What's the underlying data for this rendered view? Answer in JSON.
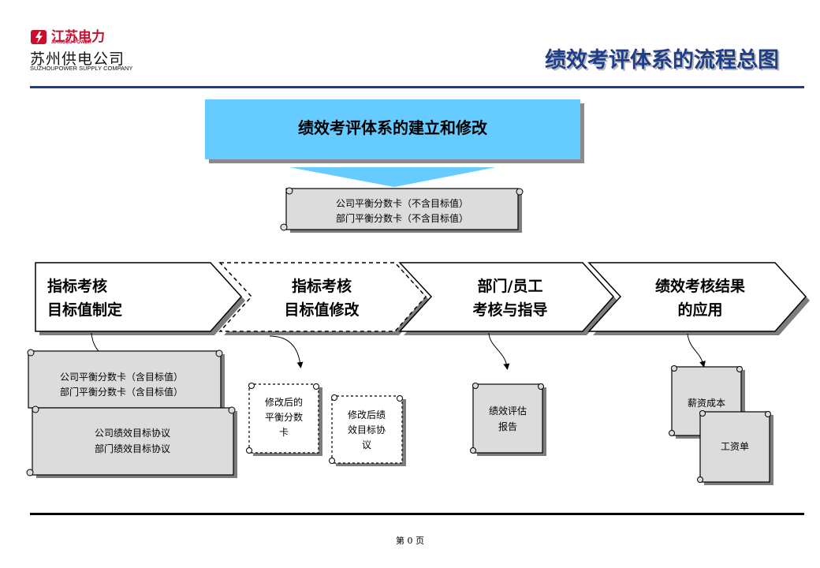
{
  "header": {
    "logo_cn": "江苏电力",
    "logo_en": "JIANGSU POWER",
    "company_cn": "苏州供电公司",
    "company_en": "SUZHOUPOWER SUPPLY COMPANY",
    "page_title": "绩效考评体系的流程总图"
  },
  "top_banner": {
    "title": "绩效考评体系的建立和修改",
    "scroll_lines": [
      "公司平衡分数卡（不含目标值）",
      "部门平衡分数卡（不含目标值）"
    ]
  },
  "stages": [
    {
      "lines": [
        "指标考核",
        "目标值制定"
      ]
    },
    {
      "lines": [
        "指标考核",
        "目标值修改"
      ]
    },
    {
      "lines": [
        "部门/员工",
        "考核与指导"
      ]
    },
    {
      "lines": [
        "绩效考核结果",
        "的应用"
      ]
    }
  ],
  "documents": {
    "stage1_scroll_a": [
      "公司平衡分数卡（含目标值）",
      "部门平衡分数卡（含目标值）"
    ],
    "stage1_scroll_b": [
      "公司绩效目标协议",
      "部门绩效目标协议"
    ],
    "stage2_scroll_a": [
      "修改后的",
      "平衡分数",
      "卡"
    ],
    "stage2_scroll_b": [
      "修改后绩",
      "效目标协",
      "议"
    ],
    "stage3_scroll": [
      "绩效评估",
      "报告"
    ],
    "stage4_scroll_a": [
      "薪资成本"
    ],
    "stage4_scroll_b": [
      "工资单"
    ]
  },
  "colors": {
    "title_blue": "#1f3e8a",
    "banner_blue": "#66ccff",
    "scroll_gray": "#dcdcdc",
    "logo_red": "#c8102e"
  },
  "footer": {
    "page": "第 0 页"
  }
}
